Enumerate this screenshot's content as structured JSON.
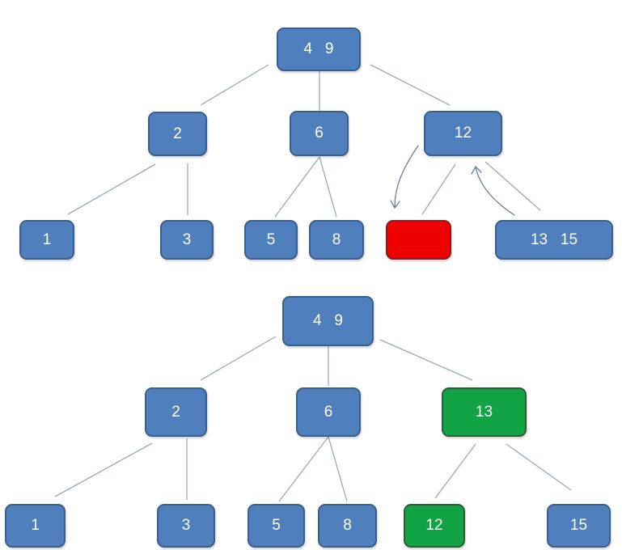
{
  "colors": {
    "node_blue": "#4f7fbd",
    "node_border": "#3a5f8c",
    "highlight_red": "#ee0000",
    "highlight_green": "#12a444",
    "edge": "#9aa9ba",
    "arrow": "#6e7f92"
  },
  "top_tree": {
    "root": "4   9",
    "mid_left": "2",
    "mid_center": "6",
    "mid_right": "12",
    "leaf_1": "1",
    "leaf_3": "3",
    "leaf_5": "5",
    "leaf_8": "8",
    "leaf_empty": "",
    "leaf_13_15": "13   15"
  },
  "bottom_tree": {
    "root": "4   9",
    "mid_left": "2",
    "mid_center": "6",
    "mid_right": "13",
    "leaf_1": "1",
    "leaf_3": "3",
    "leaf_5": "5",
    "leaf_8": "8",
    "leaf_12": "12",
    "leaf_15": "15"
  }
}
